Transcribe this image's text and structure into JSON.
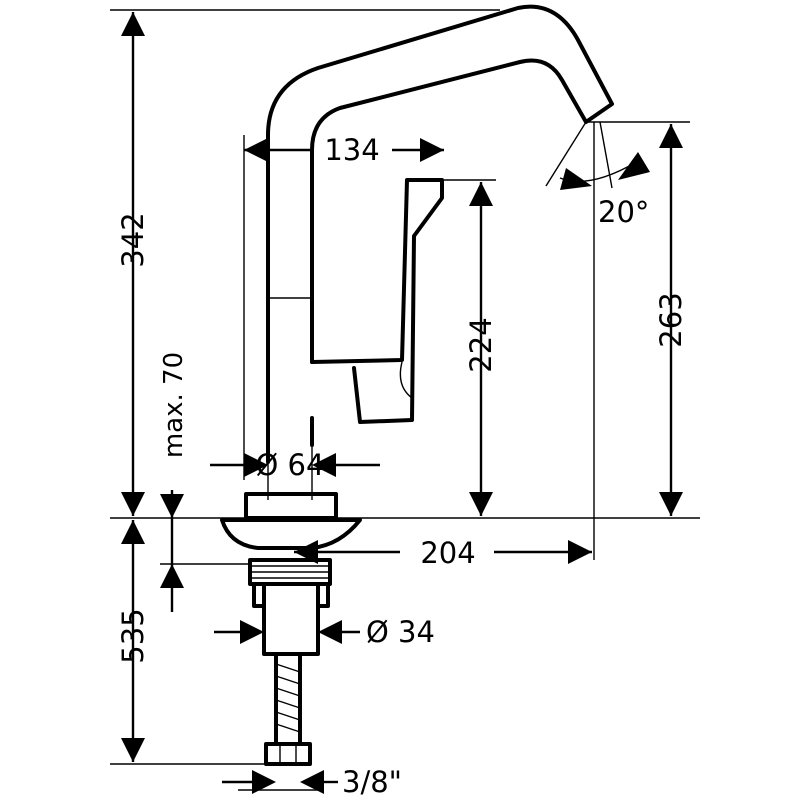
{
  "dimensions": {
    "total_height": "342",
    "spout_reach": "134",
    "spout_angle": "20°",
    "lever_height": "224",
    "spout_outlet_height": "263",
    "max_deck_thickness": "max. 70",
    "base_diameter": "Ø 64",
    "projection": "204",
    "shank_diameter": "Ø 34",
    "hose_length": "535",
    "connection_thread": "3/8\""
  }
}
